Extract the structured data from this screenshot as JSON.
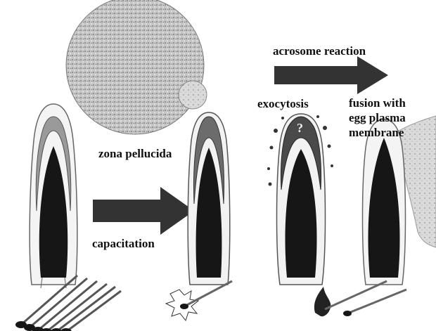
{
  "labels": {
    "acrosome_reaction": "acrosome reaction",
    "zona_pellucida": "zona pellucida",
    "exocytosis": "exocytosis",
    "fusion_line1": "fusion with",
    "fusion_line2": "egg plasma",
    "fusion_line3": "membrane",
    "capacitation": "capacitation",
    "question_mark": "?"
  },
  "colors": {
    "ink": "#111111",
    "arrow_fill": "#333333",
    "zona_gray": "#b8b8b8",
    "nucleus": "#161616",
    "acrosome_cap": "#8a8a8a",
    "membrane_gray": "#c4c4c4",
    "tail_gray": "#9a9a9a"
  },
  "icons": [
    "sperm-head",
    "arrow-right",
    "match-stick",
    "match-flame",
    "spark-burst",
    "zona-sphere",
    "egg-membrane"
  ]
}
